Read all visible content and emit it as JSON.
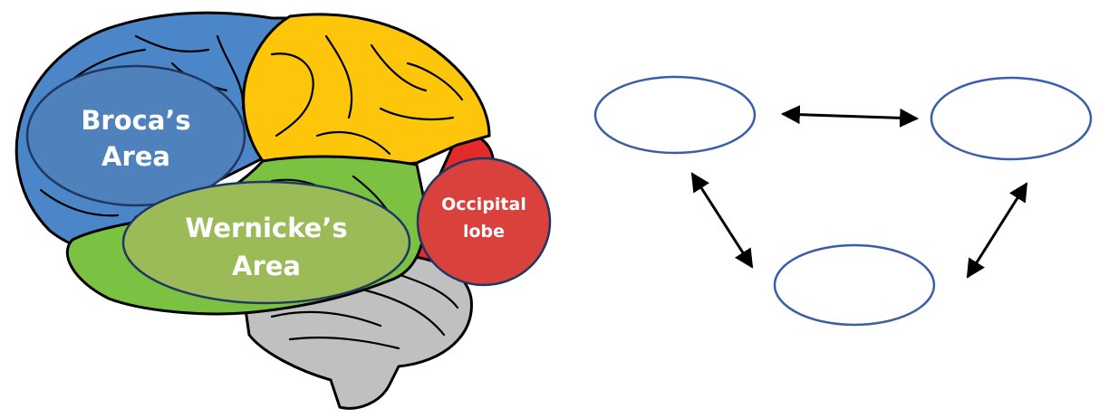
{
  "brain": {
    "broca": {
      "line1": "Broca’s",
      "line2": "Area"
    },
    "wernicke": {
      "line1": "Wernicke’s",
      "line2": "Area"
    },
    "occipital": {
      "line1": "Occipital",
      "line2": "lobe"
    }
  },
  "colors": {
    "frontal_blue": "#4a86c8",
    "parietal_yellow": "#fdc60b",
    "temporal_green": "#7cc242",
    "occipital_red": "#e52a2a",
    "cerebellum_gray": "#c0c0c0",
    "broca_fill": "#4f81bd",
    "wernicke_fill": "#9bbb59",
    "occipital_fill": "#d9413d",
    "node_stroke": "#3a5ea8"
  },
  "diagram": {
    "nodes": [
      "",
      "",
      ""
    ],
    "connections": [
      {
        "from": "top-left",
        "to": "top-right",
        "style": "double-arrow"
      },
      {
        "from": "top-left",
        "to": "bottom",
        "style": "double-arrow"
      },
      {
        "from": "bottom",
        "to": "top-right",
        "style": "double-arrow"
      }
    ]
  }
}
